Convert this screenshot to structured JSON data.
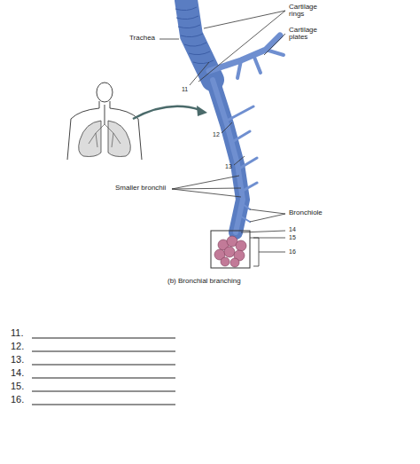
{
  "diagram": {
    "caption": "(b) Bronchial branching",
    "labels": [
      "Trachea",
      "Cartilage rings",
      "Cartilage plates",
      "11",
      "12",
      "13",
      "Smaller bronchii",
      "Bronchiole",
      "14",
      "15",
      "16",
      "11.",
      "12.",
      "13.",
      "14.",
      "15.",
      "16."
    ]
  }
}
